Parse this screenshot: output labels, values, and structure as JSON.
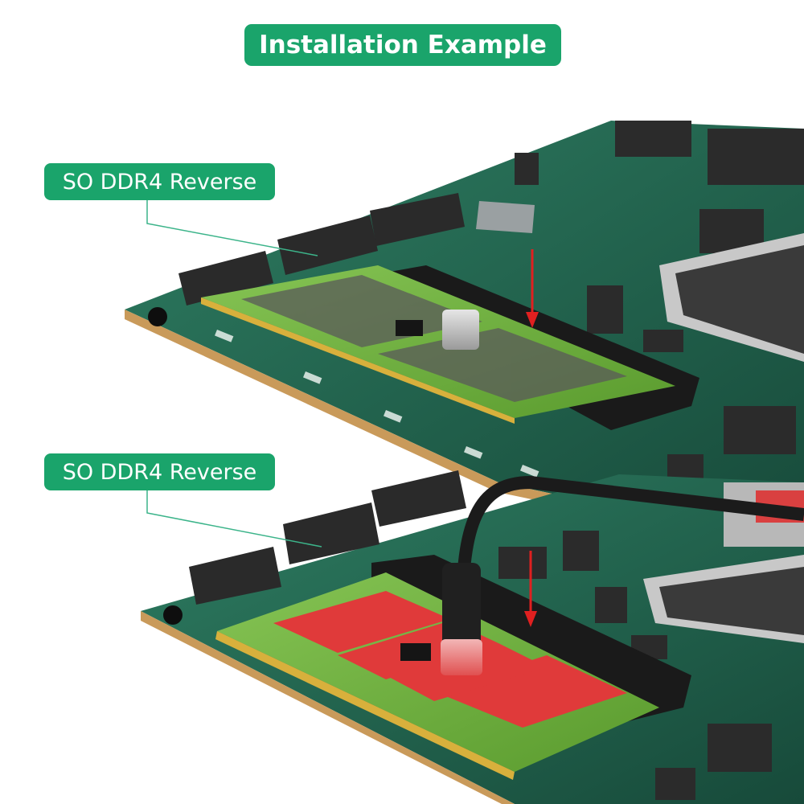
{
  "title": "Installation Example",
  "labels": [
    "SO DDR4 Reverse",
    "SO DDR4 Reverse"
  ],
  "colors": {
    "pill": "#1aa46b",
    "pcb": "#1f5a47",
    "pcb_light": "#2c7a5f",
    "board_edge": "#c99a5a",
    "ram_green": "#6fb13c",
    "gold": "#d8b03c",
    "led_red": "#e03a3a",
    "arrow": "#e02020",
    "leader": "#3cb48a"
  }
}
